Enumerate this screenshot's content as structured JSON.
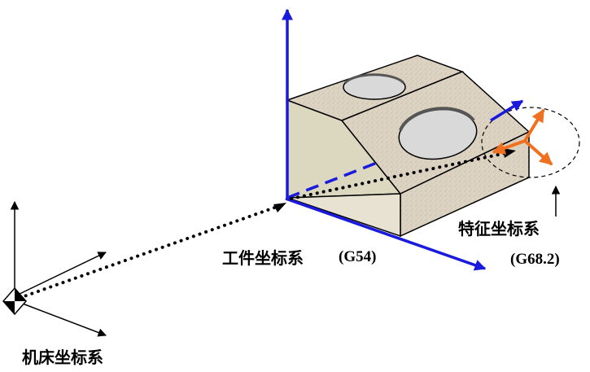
{
  "labels": {
    "machine": "机床坐标系",
    "workpiece": "工件坐标系",
    "workpiece_code": "(G54)",
    "feature": "特征坐标系",
    "feature_code": "(G68.2)"
  },
  "colors": {
    "workpiece_axes": "#1a1adc",
    "feature_axes": "#f07020",
    "block_top": "#ddd3c2",
    "block_front": "#e2d8c6",
    "block_side": "#dcd8c0",
    "hole": "#d9d9d9",
    "outline": "#000000"
  }
}
